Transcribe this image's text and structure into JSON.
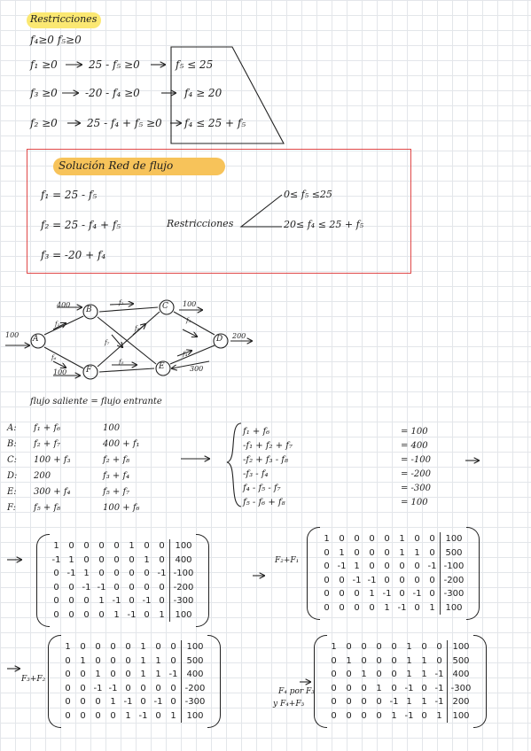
{
  "restricciones": {
    "title": "Restricciones",
    "line0": "f₄≥0  f₅≥0",
    "rows": [
      {
        "a": "f₁ ≥0",
        "b": "25 - f₅ ≥0",
        "c": "f₅ ≤ 25"
      },
      {
        "a": "f₃ ≥0",
        "b": "-20 - f₄ ≥0",
        "c": "f₄ ≥ 20"
      },
      {
        "a": "f₂ ≥0",
        "b": "25 - f₄ + f₅ ≥0",
        "c": "f₄ ≤ 25 + f₅"
      }
    ]
  },
  "solucion": {
    "title": "Solución  Red  de  flujo",
    "f1": "f₁ = 25 - f₅",
    "f2": "f₂ = 25 - f₄ + f₅",
    "f3": "f₃ = -20 + f₄",
    "restr_label": "Restricciones",
    "r1": "0≤ f₅ ≤25",
    "r2": "20≤ f₄ ≤ 25 + f₅"
  },
  "network": {
    "nodes": [
      "A",
      "B",
      "C",
      "D",
      "E",
      "F"
    ],
    "flows": {
      "in_A": "100",
      "B": "400",
      "C": "100",
      "D": "200",
      "E": "300",
      "F": "100"
    },
    "edges": [
      "f₁",
      "f₂",
      "f₃",
      "f₄",
      "f₅",
      "f₆",
      "f₇",
      "f₈"
    ]
  },
  "flow_title": "flujo saliente  =  flujo entrante",
  "equations": [
    {
      "node": "A:",
      "lhs": "f₁ + f₆",
      "rhs": "100"
    },
    {
      "node": "B:",
      "lhs": "f₂ + f₇",
      "rhs": "400 + f₁"
    },
    {
      "node": "C:",
      "lhs": "100 + f₃",
      "rhs": "f₂ + f₈"
    },
    {
      "node": "D:",
      "lhs": "200",
      "rhs": "f₃ + f₄"
    },
    {
      "node": "E:",
      "lhs": "300 + f₄",
      "rhs": "f₅ + f₇"
    },
    {
      "node": "F:",
      "lhs": "f₅ + f₈",
      "rhs": "100 + f₆"
    }
  ],
  "system": {
    "rows": [
      {
        "terms": "f₁ + f₆",
        "rhs": "= 100"
      },
      {
        "terms": "-f₁ + f₂ + f₇",
        "rhs": "= 400"
      },
      {
        "terms": "-f₂ + f₃ - f₈",
        "rhs": "= -100"
      },
      {
        "terms": "-f₃ - f₄",
        "rhs": "= -200"
      },
      {
        "terms": "f₄ - f₅ - f₇",
        "rhs": "= -300"
      },
      {
        "terms": "f₅ - f₆ + f₈",
        "rhs": "= 100"
      }
    ]
  },
  "ops": {
    "op1": "F₂+F₁",
    "op2": "F₃+F₂",
    "op3a": "F₄ por F₃",
    "op3b": "y F₄+F₃"
  },
  "matrices": [
    {
      "rows": [
        [
          "1",
          "0",
          "0",
          "0",
          "0",
          "1",
          "0",
          "0",
          "100"
        ],
        [
          "-1",
          "1",
          "0",
          "0",
          "0",
          "0",
          "1",
          "0",
          "400"
        ],
        [
          "0",
          "-1",
          "1",
          "0",
          "0",
          "0",
          "0",
          "-1",
          "-100"
        ],
        [
          "0",
          "0",
          "-1",
          "-1",
          "0",
          "0",
          "0",
          "0",
          "-200"
        ],
        [
          "0",
          "0",
          "0",
          "1",
          "-1",
          "0",
          "-1",
          "0",
          "-300"
        ],
        [
          "0",
          "0",
          "0",
          "0",
          "1",
          "-1",
          "0",
          "1",
          "100"
        ]
      ]
    },
    {
      "rows": [
        [
          "1",
          "0",
          "0",
          "0",
          "0",
          "1",
          "0",
          "0",
          "100"
        ],
        [
          "0",
          "1",
          "0",
          "0",
          "0",
          "1",
          "1",
          "0",
          "500"
        ],
        [
          "0",
          "-1",
          "1",
          "0",
          "0",
          "0",
          "0",
          "-1",
          "-100"
        ],
        [
          "0",
          "0",
          "-1",
          "-1",
          "0",
          "0",
          "0",
          "0",
          "-200"
        ],
        [
          "0",
          "0",
          "0",
          "1",
          "-1",
          "0",
          "-1",
          "0",
          "-300"
        ],
        [
          "0",
          "0",
          "0",
          "0",
          "1",
          "-1",
          "0",
          "1",
          "100"
        ]
      ]
    },
    {
      "rows": [
        [
          "1",
          "0",
          "0",
          "0",
          "0",
          "1",
          "0",
          "0",
          "100"
        ],
        [
          "0",
          "1",
          "0",
          "0",
          "0",
          "1",
          "1",
          "0",
          "500"
        ],
        [
          "0",
          "0",
          "1",
          "0",
          "0",
          "1",
          "1",
          "-1",
          "400"
        ],
        [
          "0",
          "0",
          "-1",
          "-1",
          "0",
          "0",
          "0",
          "0",
          "-200"
        ],
        [
          "0",
          "0",
          "0",
          "1",
          "-1",
          "0",
          "-1",
          "0",
          "-300"
        ],
        [
          "0",
          "0",
          "0",
          "0",
          "1",
          "-1",
          "0",
          "1",
          "100"
        ]
      ]
    },
    {
      "rows": [
        [
          "1",
          "0",
          "0",
          "0",
          "0",
          "1",
          "0",
          "0",
          "100"
        ],
        [
          "0",
          "1",
          "0",
          "0",
          "0",
          "1",
          "1",
          "0",
          "500"
        ],
        [
          "0",
          "0",
          "1",
          "0",
          "0",
          "1",
          "1",
          "-1",
          "400"
        ],
        [
          "0",
          "0",
          "0",
          "1",
          "0",
          "-1",
          "0",
          "-1",
          "-300"
        ],
        [
          "0",
          "0",
          "0",
          "0",
          "-1",
          "1",
          "1",
          "-1",
          "200"
        ],
        [
          "0",
          "0",
          "0",
          "0",
          "1",
          "-1",
          "0",
          "1",
          "100"
        ]
      ]
    }
  ]
}
